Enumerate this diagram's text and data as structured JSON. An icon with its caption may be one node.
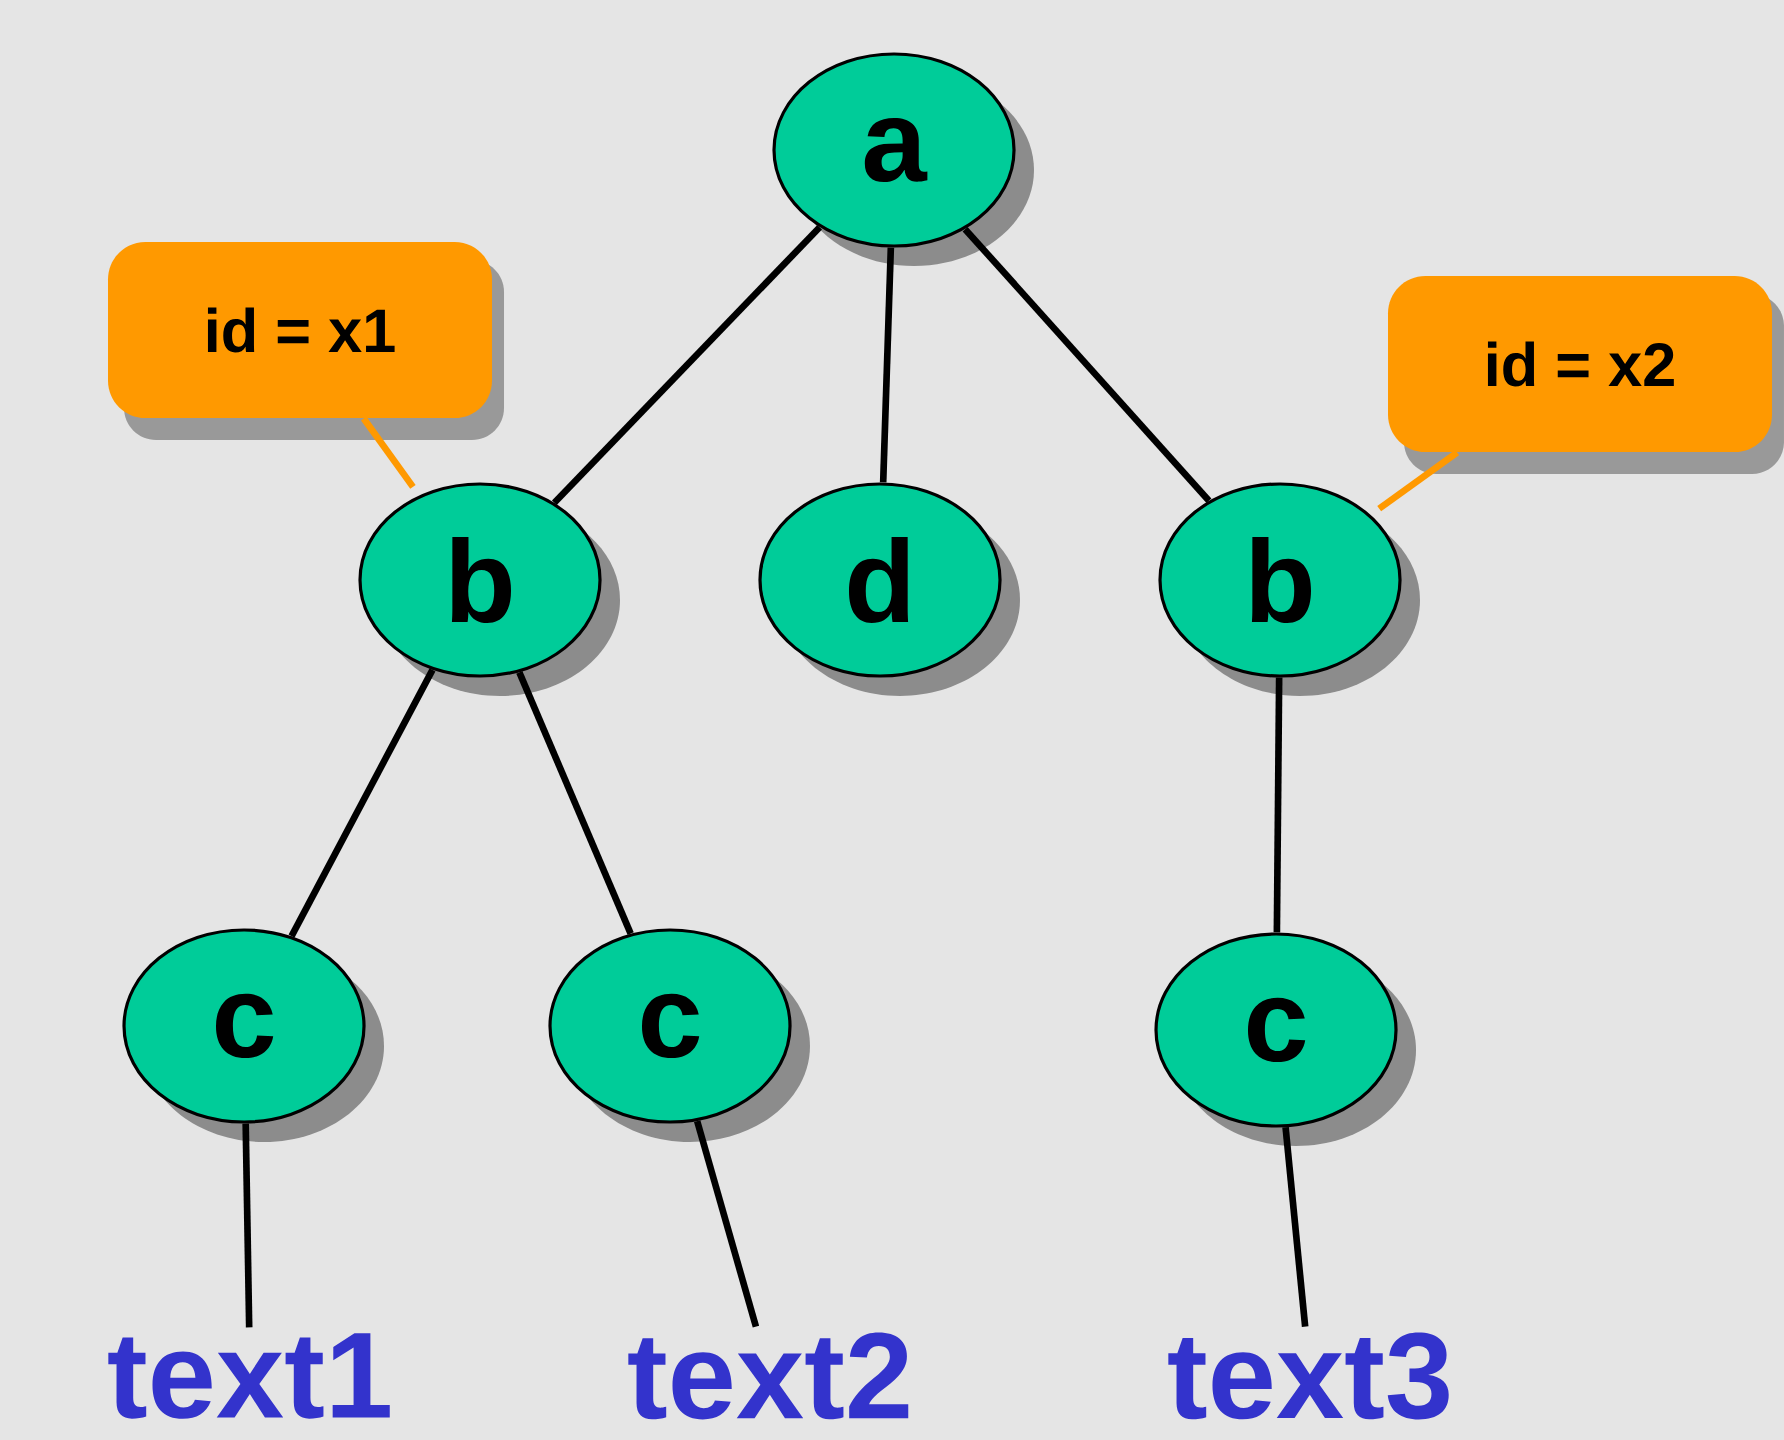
{
  "diagram": {
    "nodes": [
      {
        "text": [
          "a"
        ]
      },
      {
        "text": [
          "b"
        ]
      },
      {
        "text": [
          "d"
        ]
      },
      {
        "text": [
          "b"
        ]
      },
      {
        "text": [
          "c"
        ]
      },
      {
        "text": [
          "c"
        ]
      },
      {
        "text": [
          "c"
        ]
      },
      {
        "text": [
          "text1"
        ]
      },
      {
        "text": [
          "text2"
        ]
      },
      {
        "text": [
          "text3"
        ]
      },
      {
        "text": [
          "id = x1"
        ]
      },
      {
        "text": [
          "id = x2"
        ]
      }
    ],
    "edges": [
      {
        "from": 0,
        "to": 1,
        "arrow": "none"
      },
      {
        "from": 0,
        "to": 2,
        "arrow": "none"
      },
      {
        "from": 0,
        "to": 3,
        "arrow": "none"
      },
      {
        "from": 1,
        "to": 4,
        "arrow": "none"
      },
      {
        "from": 1,
        "to": 5,
        "arrow": "none"
      },
      {
        "from": 3,
        "to": 6,
        "arrow": "none"
      },
      {
        "from": 4,
        "to": 7,
        "arrow": "none"
      },
      {
        "from": 5,
        "to": 8,
        "arrow": "none"
      },
      {
        "from": 6,
        "to": 9,
        "arrow": "none"
      },
      {
        "from": 10,
        "to": 1,
        "arrow": "none",
        "color": "#ff9900"
      },
      {
        "from": 11,
        "to": 3,
        "arrow": "none",
        "color": "#ff9900"
      }
    ]
  }
}
